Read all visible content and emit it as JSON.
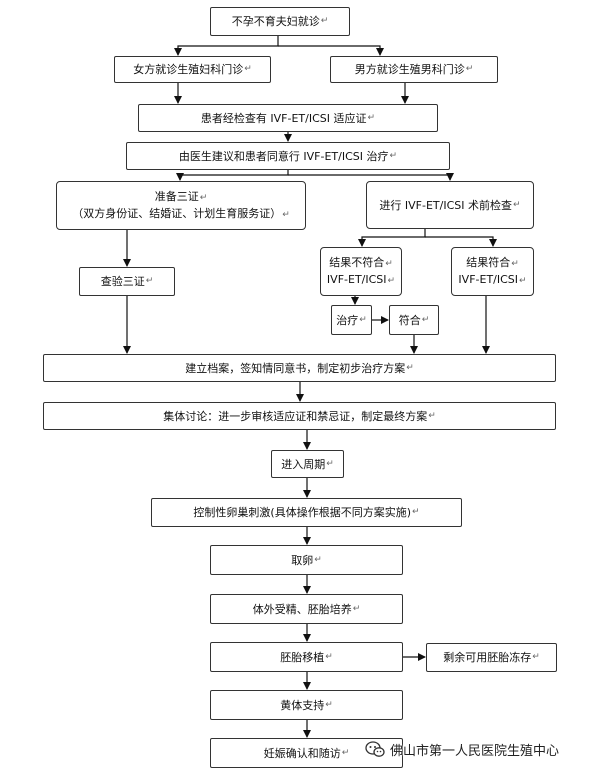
{
  "return_mark": "↵",
  "nodes": {
    "infertile_couple": "不孕不育夫妇就诊",
    "female_clinic": "女方就诊生殖妇科门诊",
    "male_clinic": "男方就诊生殖男科门诊",
    "indication": "患者经检查有 IVF-ET/ICSI 适应证",
    "consent_treatment": "由医生建议和患者同意行 IVF-ET/ICSI 治疗",
    "three_certs_title": "准备三证",
    "three_certs_detail": "（双方身份证、结婚证、计划生育服务证）",
    "pre_check": "进行 IVF-ET/ICSI 术前检查",
    "verify_certs": "查验三证",
    "not_meet_line1": "结果不符合",
    "not_meet_line2": "IVF-ET/ICSI",
    "meet_line1": "结果符合",
    "meet_line2": "IVF-ET/ICSI",
    "treat": "治疗",
    "qualify": "符合",
    "file_consent": "建立档案，签知情同意书，制定初步治疗方案",
    "group_discussion": "集体讨论：进一步审核适应证和禁忌证，制定最终方案",
    "enter_cycle": "进入周期",
    "ovarian_stim": "控制性卵巢刺激(具体操作根据不同方案实施)",
    "egg_retrieval": "取卵",
    "ivf_culture": "体外受精、胚胎培养",
    "embryo_transfer": "胚胎移植",
    "freeze_embryos": "剩余可用胚胎冻存",
    "luteal_support": "黄体支持",
    "pregnancy_followup": "妊娠确认和随访"
  },
  "watermark": {
    "text": "佛山市第一人民医院生殖中心"
  },
  "colors": {
    "border": "#333333",
    "line": "#111111",
    "return_mark": "#666666"
  }
}
